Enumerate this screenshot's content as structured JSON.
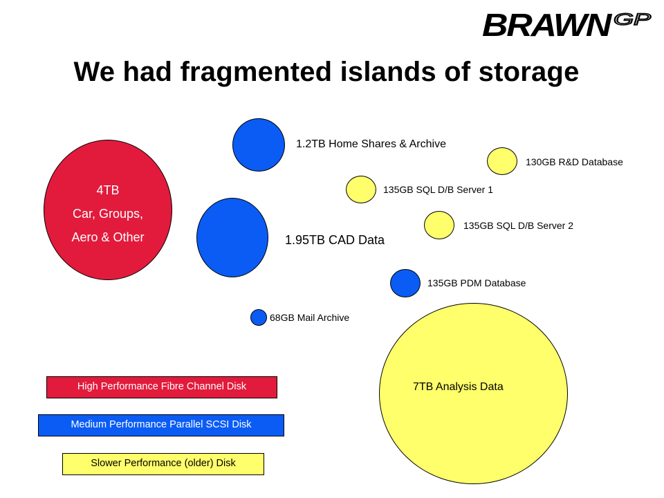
{
  "logo": {
    "text": "BRAWN",
    "suffix": "GP"
  },
  "title": "We had fragmented islands of storage",
  "disks": {
    "car_groups": {
      "line1": "4TB",
      "line2": "Car, Groups,",
      "line3": "Aero & Other",
      "color": "#e21b3c",
      "tier": "high"
    },
    "home_shares": {
      "label": "1.2TB Home Shares & Archive",
      "color": "#0a5cf5",
      "tier": "medium"
    },
    "cad_data": {
      "label": "1.95TB CAD Data",
      "color": "#0a5cf5",
      "tier": "medium"
    },
    "mail_archive": {
      "label": "68GB Mail Archive",
      "color": "#0a5cf5",
      "tier": "medium"
    },
    "pdm_database": {
      "label": "135GB PDM Database",
      "color": "#0a5cf5",
      "tier": "medium"
    },
    "sql_server_1": {
      "label": "135GB SQL D/B Server 1",
      "color": "#ffff6b",
      "tier": "slower"
    },
    "sql_server_2": {
      "label": "135GB SQL D/B Server 2",
      "color": "#ffff6b",
      "tier": "slower"
    },
    "rd_database": {
      "label": "130GB R&D Database",
      "color": "#ffff6b",
      "tier": "slower"
    },
    "analysis_data": {
      "label": "7TB Analysis Data",
      "color": "#ffff6b",
      "tier": "slower"
    }
  },
  "legend": {
    "high": "High Performance Fibre Channel Disk",
    "medium": "Medium Performance Parallel SCSI Disk",
    "slower": "Slower Performance (older) Disk"
  }
}
